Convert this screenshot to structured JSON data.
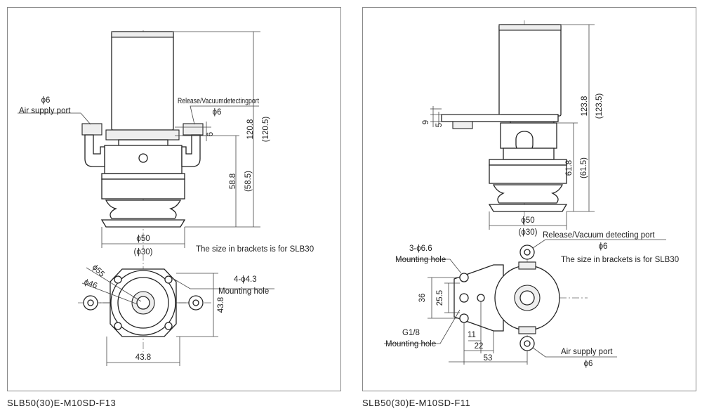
{
  "left": {
    "caption": "SLB50(30)E-M10SD-F13",
    "labels": {
      "phi6_air": "ϕ6",
      "air_supply": "Air supply port",
      "release_port": "Release/Vacuumdetectingport",
      "phi6_release": "ϕ6",
      "dim_6": "6",
      "dim_120_8": "120.8",
      "dim_120_5": "(120.5)",
      "dim_58_8": "58.8",
      "dim_58_5": "(58.5)",
      "dia50": "ϕ50",
      "dia30": "(ϕ30)",
      "bracket_note": "The size in brackets is for SLB30",
      "dia55": "ϕ55",
      "dia46": "ϕ46",
      "four_holes": "4-ϕ4.3",
      "mounting_hole": "Mounting hole",
      "dim_43_8_v": "43.8",
      "dim_43_8_h": "43.8"
    }
  },
  "right": {
    "caption": "SLB50(30)E-M10SD-F11",
    "labels": {
      "dim_9": "9",
      "dim_5": "5",
      "dim_123_8": "123.8",
      "dim_123_5": "(123.5)",
      "dim_61_8": "61.8",
      "dim_61_5": "(61.5)",
      "dia50": "ϕ50",
      "dia30": "(ϕ30)",
      "release_port": "Release/Vacuum detecting port",
      "phi6_release": "ϕ6",
      "bracket_note": "The size in brackets is for SLB30",
      "three_holes": "3-ϕ6.6",
      "mounting_hole": "Mounting hole",
      "dim_36": "36",
      "dim_25_5": "25.5",
      "g18": "G1/8",
      "mounting_hole_2": "Mounting hole",
      "dim_11": "11",
      "dim_22": "22",
      "dim_53": "53",
      "air_supply": "Air supply port",
      "phi6_air": "ϕ6"
    }
  }
}
